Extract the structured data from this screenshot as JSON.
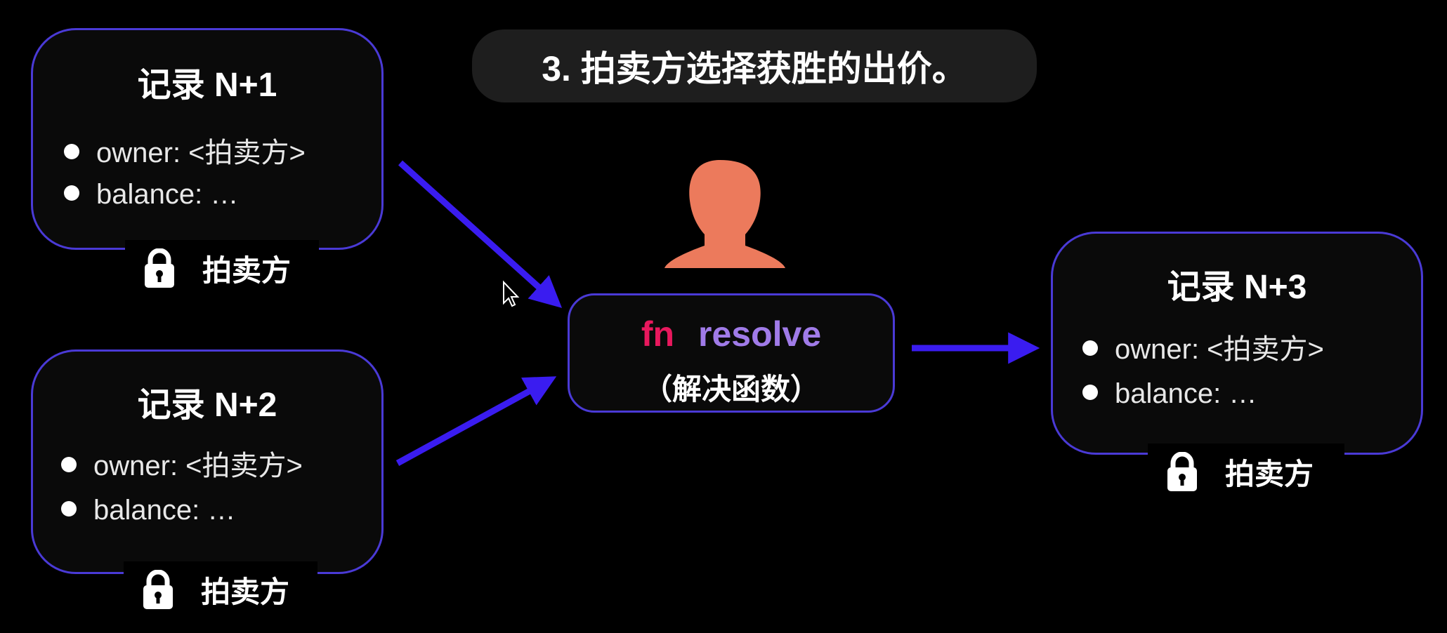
{
  "slide_title": "3. 拍卖方选择获胜的出价。",
  "records": [
    {
      "title": "记录 N+1",
      "owner": "owner: <拍卖方>",
      "balance": "balance: …",
      "lock_label": "拍卖方"
    },
    {
      "title": "记录 N+2",
      "owner": "owner: <拍卖方>",
      "balance": "balance: …",
      "lock_label": "拍卖方"
    },
    {
      "title": "记录 N+3",
      "owner": "owner: <拍卖方>",
      "balance": "balance: …",
      "lock_label": "拍卖方"
    }
  ],
  "resolve": {
    "keyword": "fn",
    "name": "resolve",
    "subtitle": "（解决函数）"
  },
  "colors": {
    "border": "#4a3ad6",
    "arrow": "#3a1cf0",
    "person": "#ec7a5c",
    "keyword": "#e8185d",
    "function_name": "#a07be8"
  },
  "icons": [
    "lock-icon",
    "person-icon",
    "cursor-icon"
  ]
}
